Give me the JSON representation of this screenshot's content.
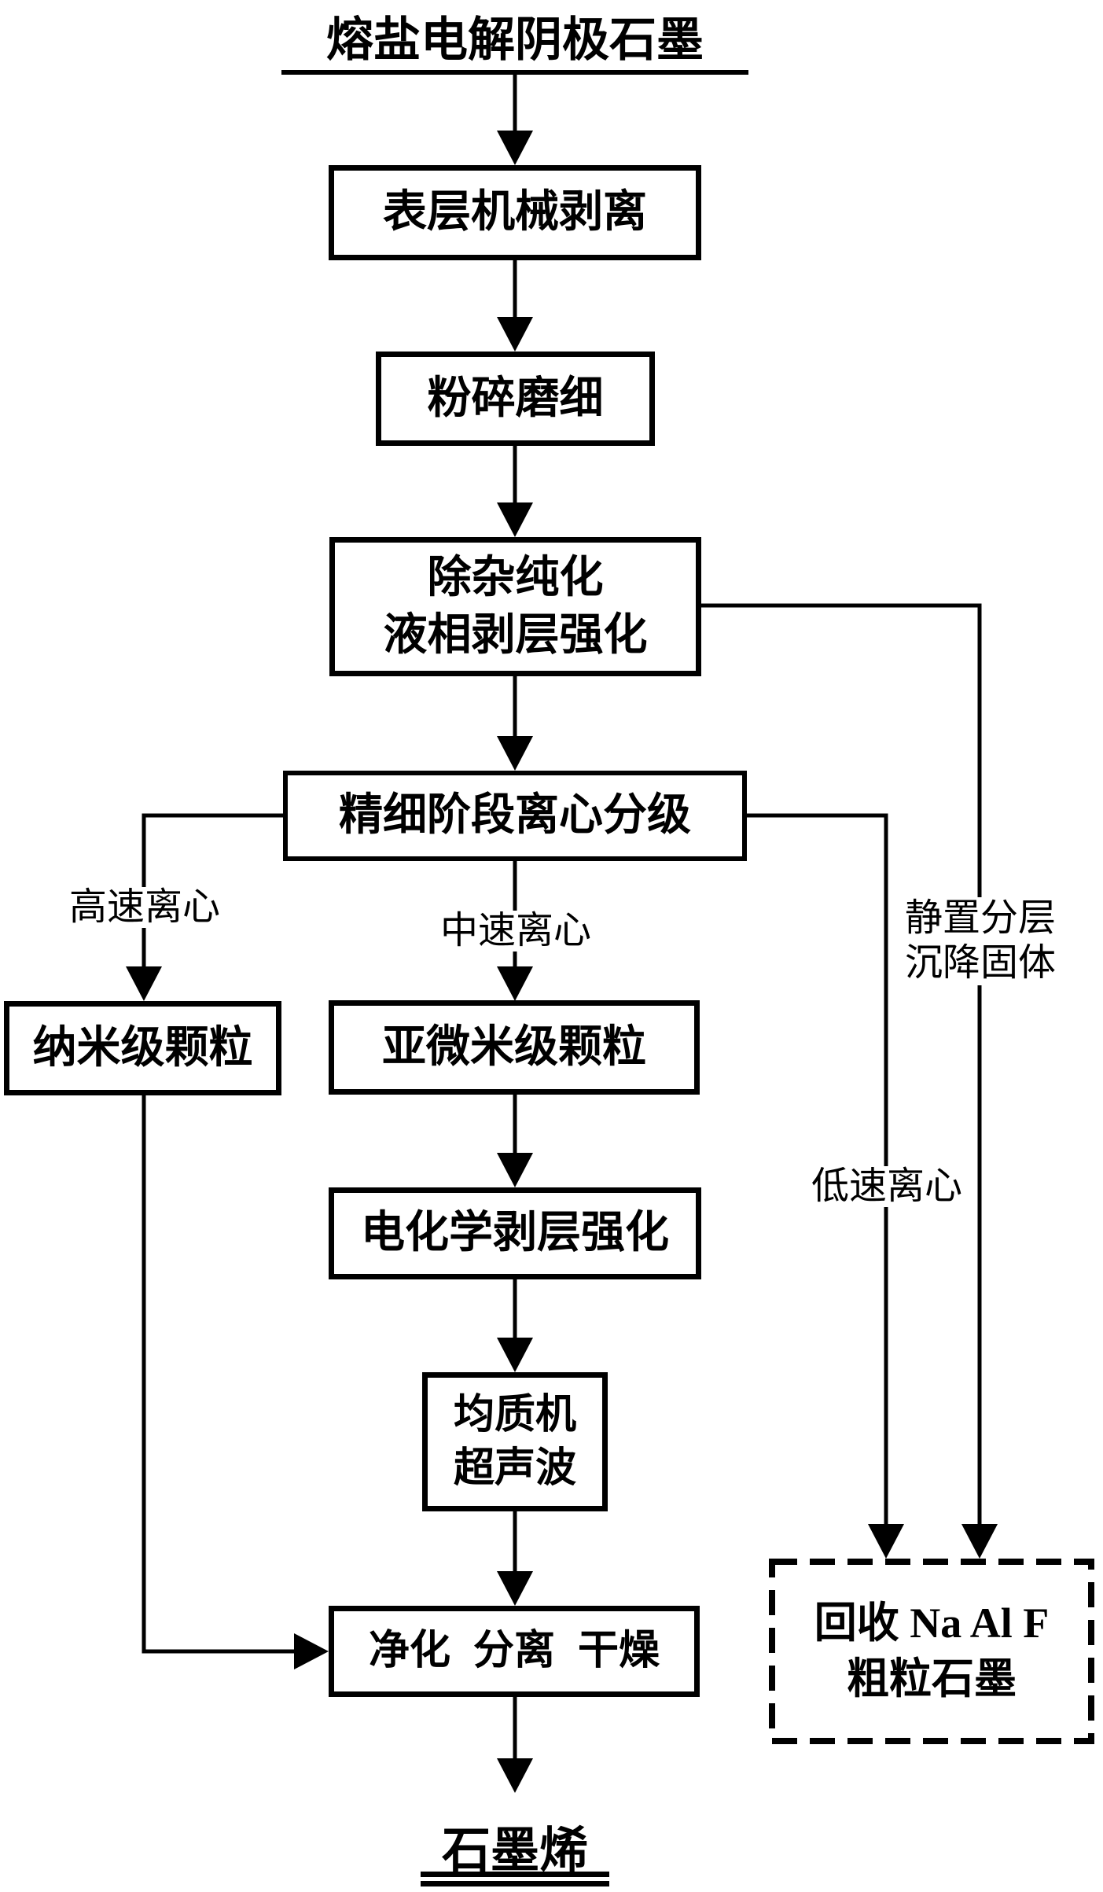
{
  "flowchart": {
    "source": "熔盐电解阴极石墨",
    "product": "石墨烯",
    "nodes": {
      "surface_peel": "表层机械剥离",
      "crush_grind": "粉碎磨细",
      "purify_1": "除杂纯化",
      "purify_2": "液相剥层强化",
      "centrifuge": "精细阶段离心分级",
      "nano": "纳米级颗粒",
      "submicron": "亚微米级颗粒",
      "electrochem": "电化学剥层强化",
      "homogenizer_1": "均质机",
      "homogenizer_2": "超声波",
      "clean_dry": "净化 分离 干燥",
      "recycle_1": "回收 Na Al F",
      "recycle_2": "粗粒石墨"
    },
    "edge_labels": {
      "high_speed": "高速离心",
      "mid_speed": "中速离心",
      "settle_1": "静置分层",
      "settle_2": "沉降固体",
      "low_speed": "低速离心"
    },
    "colors": {
      "line": "#000000",
      "background": "#ffffff"
    }
  }
}
